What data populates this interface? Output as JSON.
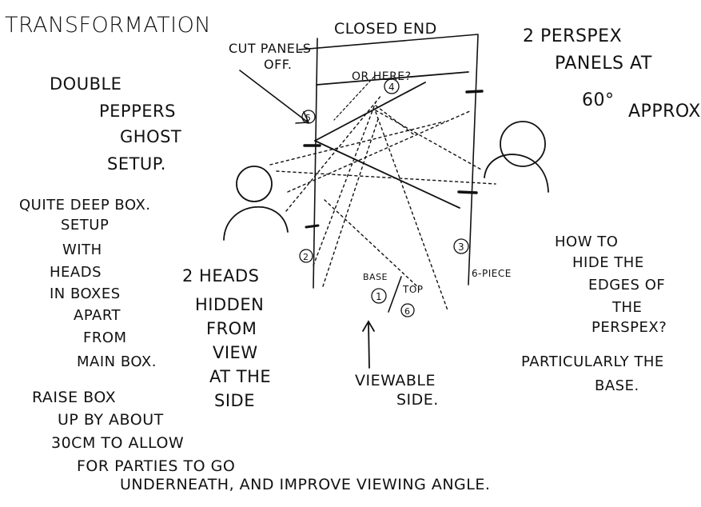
{
  "title": "TRANSFORMATION",
  "left_notes": {
    "setup": [
      "DOUBLE",
      "PEPPERS",
      "GHOST",
      "SETUP."
    ],
    "box": [
      "QUITE DEEP BOX.",
      "SETUP",
      "WITH",
      "HEADS",
      "IN BOXES",
      "APART",
      "FROM",
      "MAIN BOX."
    ],
    "heads": [
      "2 HEADS",
      "HIDDEN",
      "FROM",
      "VIEW",
      "AT THE",
      "SIDE"
    ],
    "raise": [
      "RAISE BOX",
      "UP BY ABOUT",
      "30CM TO ALLOW",
      "FOR PARTIES TO GO",
      "UNDERNEATH, AND IMPROVE VIEWING ANGLE."
    ]
  },
  "top_labels": {
    "closed_end": "CLOSED END",
    "cut_panels": [
      "CUT PANELS",
      "OFF."
    ],
    "or_here": "OR HERE?"
  },
  "right_notes": {
    "perspex": [
      "2 PERSPEX",
      "PANELS AT",
      "60°",
      "APPROX."
    ],
    "edges": [
      "HOW TO",
      "HIDE THE",
      "EDGES OF",
      "THE",
      "PERSPEX?"
    ],
    "base": [
      "PARTICULARLY THE",
      "BASE."
    ]
  },
  "diagram_labels": {
    "n1": "1",
    "n2": "2",
    "n3": "3",
    "n4": "4",
    "n5": "5",
    "n6": "6",
    "base": "BASE",
    "top": "TOP",
    "six_piece": "6-PIECE",
    "viewable": [
      "VIEWABLE",
      "SIDE."
    ]
  }
}
